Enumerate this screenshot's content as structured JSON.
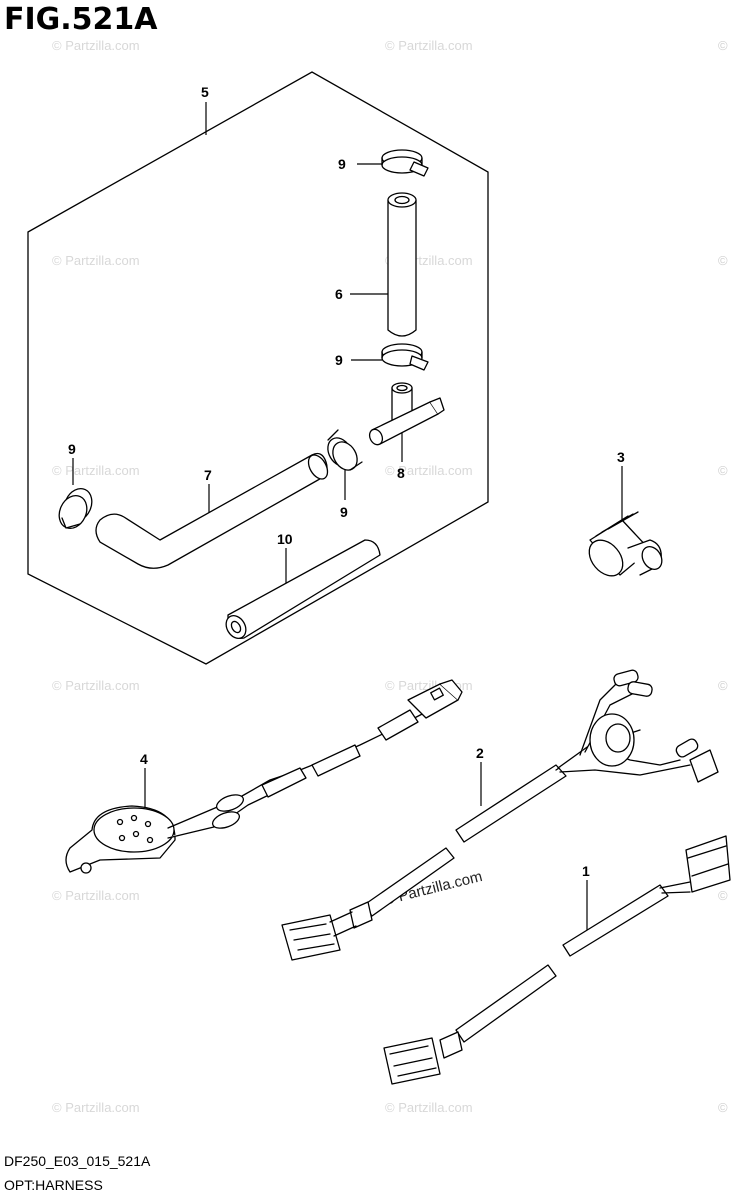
{
  "header": {
    "title": "FIG.521A"
  },
  "footer": {
    "code": "DF250_E03_015_521A",
    "name": "OPT:HARNESS"
  },
  "callouts": [
    {
      "id": "c5",
      "text": "5"
    },
    {
      "id": "c9a",
      "text": "9"
    },
    {
      "id": "c6",
      "text": "6"
    },
    {
      "id": "c9b",
      "text": "9"
    },
    {
      "id": "c8",
      "text": "8"
    },
    {
      "id": "c9c",
      "text": "9"
    },
    {
      "id": "c9d",
      "text": "9"
    },
    {
      "id": "c7",
      "text": "7"
    },
    {
      "id": "c10",
      "text": "10"
    },
    {
      "id": "c3",
      "text": "3"
    },
    {
      "id": "c4",
      "text": "4"
    },
    {
      "id": "c2",
      "text": "2"
    },
    {
      "id": "c1",
      "text": "1"
    }
  ],
  "watermark": {
    "text": "© Partzilla.com",
    "copyright": "©"
  }
}
